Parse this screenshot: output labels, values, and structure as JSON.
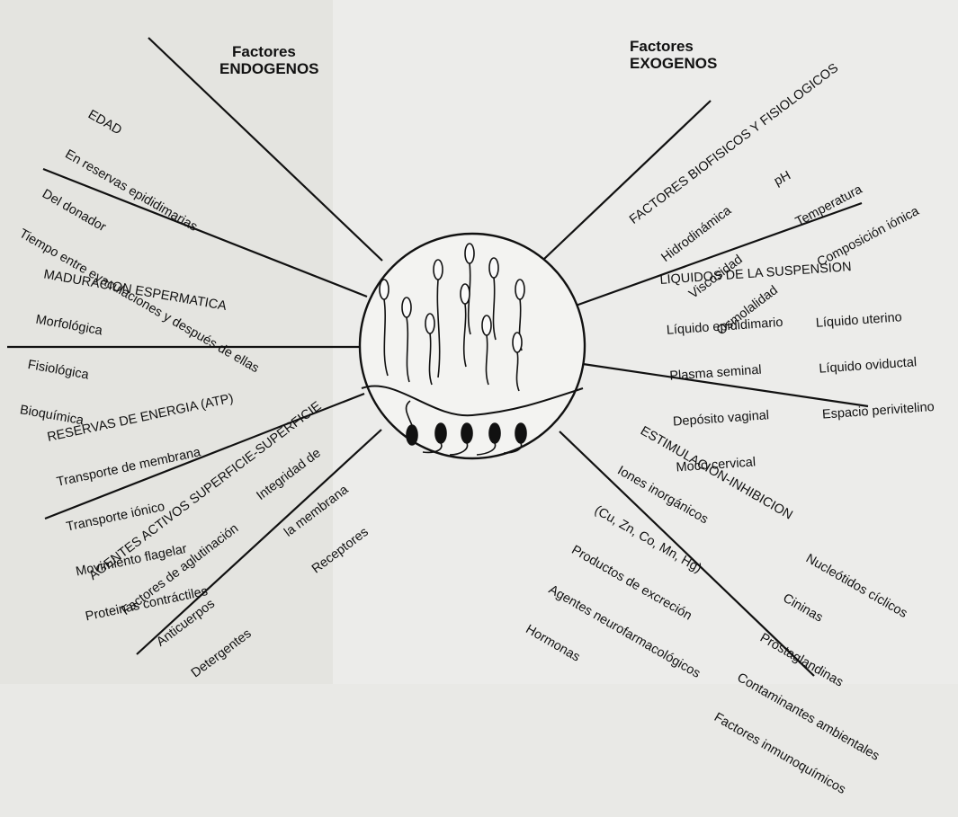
{
  "headers": {
    "endogenos_line1": "Factores",
    "endogenos_line2": "ENDOGENOS",
    "exogenos_line1": "Factores",
    "exogenos_line2": "EXOGENOS"
  },
  "endogenos": {
    "edad": {
      "title": "EDAD",
      "items": [
        "En reservas epididimarias",
        "Del donador",
        "Tiempo entre eyaculaciones y después de ellas"
      ]
    },
    "maduracion": {
      "title": "MADURACION ESPERMATICA",
      "items": [
        "Morfológica",
        "Fisiológica",
        "Bioquímica"
      ]
    },
    "energia": {
      "title": "RESERVAS DE ENERGIA (ATP)",
      "items": [
        "Transporte de membrana",
        "Transporte iónico",
        "Movimiento flagelar",
        "Proteinas contráctiles"
      ]
    },
    "agentes": {
      "title": "AGENTES ACTIVOS SUPERFICIE-SUPERFICIE",
      "items": [
        "Factores de aglutinación",
        "Anticuerpos",
        "Detergentes"
      ],
      "items_right": [
        "Integridad de",
        "la membrana",
        "Receptores"
      ]
    }
  },
  "exogenos": {
    "biofisicos": {
      "title": "FACTORES BIOFISICOS Y FISIOLOGICOS",
      "items": [
        "Hidrodinámica",
        "Viscosidad",
        "Osmolalidad"
      ],
      "items_right": [
        "pH",
        "Temperatura",
        "Composición iónica"
      ]
    },
    "liquidos": {
      "title": "LIQUIDOS DE LA SUSPENSION",
      "items": [
        "Líquido epididimario",
        "Plasma seminal",
        "Depósito vaginal",
        "Moco cervical"
      ],
      "items_right": [
        "Líquido uterino",
        "Líquido oviductal",
        "Espacio perivitelino"
      ]
    },
    "estimulacion": {
      "title": "ESTIMULACION-INHIBICION",
      "items": [
        "Iones inorgánicos",
        "(Cu, Zn, Co, Mn, Hg)",
        "Productos de excreción",
        "Agentes neurofarmacológicos",
        "Hormonas"
      ],
      "items_right": [
        "Nucleótidos cíclicos",
        "Cininas",
        "Prostaglandinas",
        "Contaminantes ambientales",
        "Factores inmunoquímicos"
      ]
    }
  }
}
